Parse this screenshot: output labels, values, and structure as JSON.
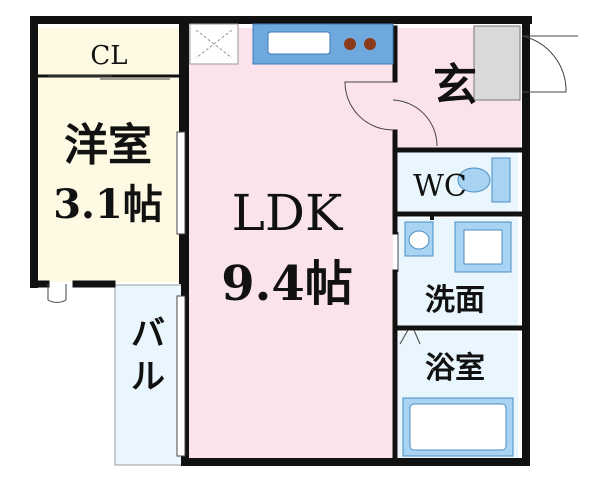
{
  "rooms": {
    "closet": {
      "label": "CL"
    },
    "western_room": {
      "label_line1": "洋室",
      "label_line2": "3.1帖"
    },
    "ldk": {
      "label_line1": "LDK",
      "label_line2": "9.4帖"
    },
    "entrance": {
      "label": "玄"
    },
    "toilet": {
      "label": "WC"
    },
    "washroom": {
      "label": "洗面"
    },
    "bathroom": {
      "label": "浴室"
    },
    "balcony": {
      "label_chars": [
        "バ",
        "ル"
      ]
    }
  },
  "colors": {
    "wall": "#111111",
    "ldk_floor": "#fbe3ec",
    "entrance_floor": "#fbe3ec",
    "wet_area_floor": "#eaf6fd",
    "western_room_floor": "#fdf9e3",
    "closet_floor": "#fdf9e3",
    "balcony_floor": "#eaf6fd",
    "kitchen_sink": "#6fa8dc",
    "fixtures": "#a9d3f3"
  }
}
